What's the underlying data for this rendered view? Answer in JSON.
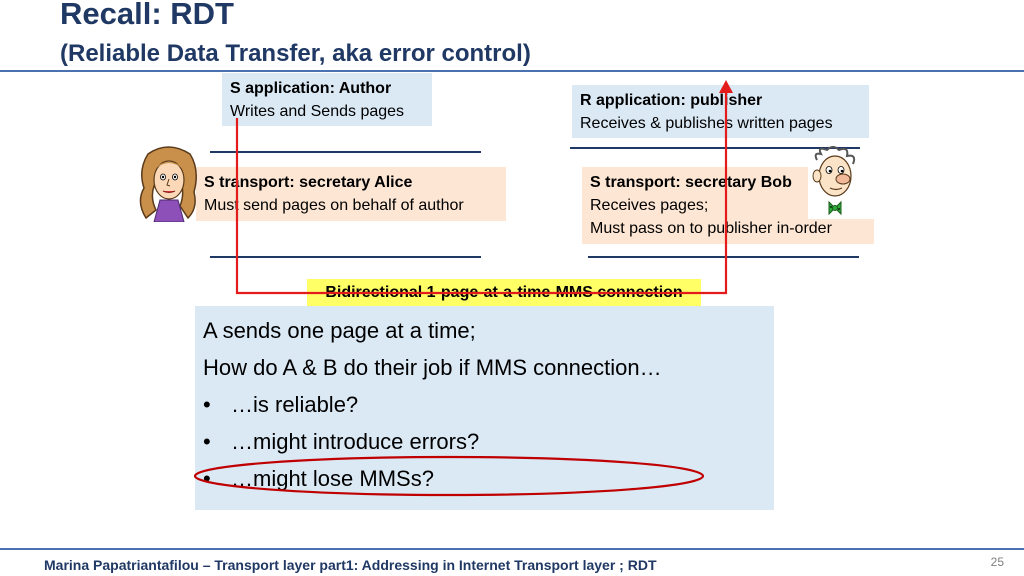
{
  "slide": {
    "title": "Recall: RDT",
    "subtitle": "(Reliable Data Transfer, aka error control)",
    "footer": "Marina Papatriantafilou –  Transport layer part1: Addressing in Internet Transport layer ; RDT",
    "page_number": "25"
  },
  "diagram": {
    "sender_app": {
      "head": "S application:  Author",
      "line": "Writes and Sends pages"
    },
    "receiver_app": {
      "head": "R application:  publisher",
      "line": "Receives & publishes written pages"
    },
    "sender_transport": {
      "head": "S transport: secretary Alice",
      "line": "Must send pages on behalf of author"
    },
    "receiver_transport": {
      "head": "S transport: secretary Bob",
      "line1": "Receives  pages;",
      "line2": "Must pass on to publisher in-order"
    },
    "connection": "Bidirectional 1-page-at-a-time-MMS connection",
    "arrow_color": "#e41b1b"
  },
  "questions": {
    "line1": "A sends one page at a time;",
    "line2": "How do A & B  do their job  if MMS connection…",
    "bullets": [
      "…is reliable?",
      "…might introduce errors?",
      "…might lose MMSs?"
    ],
    "bullet_symbol": "•",
    "highlight_color": "#c00000"
  }
}
